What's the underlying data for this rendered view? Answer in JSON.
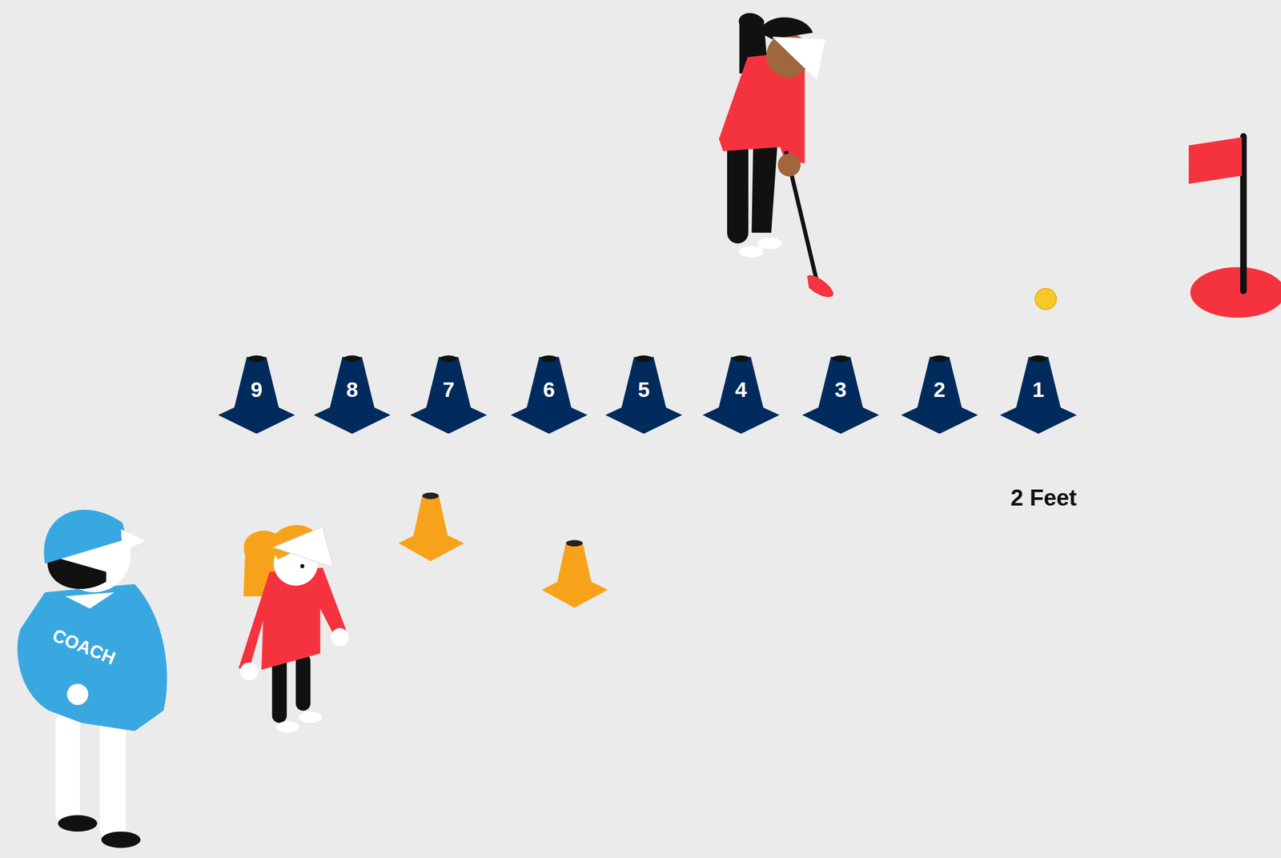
{
  "diagram": {
    "nodes": [
      {
        "text": [
          "9"
        ]
      },
      {
        "text": [
          "8"
        ]
      },
      {
        "text": [
          "7"
        ]
      },
      {
        "text": [
          "6"
        ]
      },
      {
        "text": [
          "5"
        ]
      },
      {
        "text": [
          "4"
        ]
      },
      {
        "text": [
          "3"
        ]
      },
      {
        "text": [
          "2"
        ]
      },
      {
        "text": [
          "1"
        ]
      }
    ],
    "labels": [
      "2 Feet",
      "COACH"
    ]
  }
}
